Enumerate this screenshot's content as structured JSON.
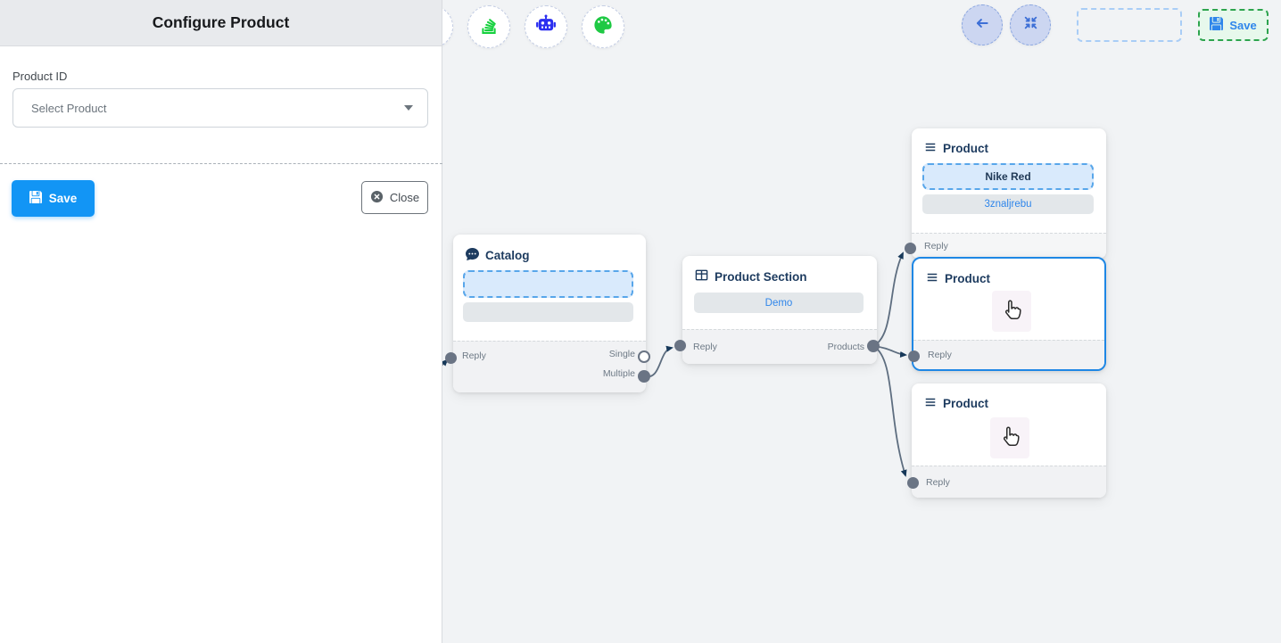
{
  "panel": {
    "title": "Configure Product",
    "product_id_label": "Product ID",
    "select_placeholder": "Select Product",
    "save_label": "Save",
    "close_label": "Close"
  },
  "toolbar": {
    "save_label": "Save"
  },
  "nodes": {
    "catalog": {
      "title": "Catalog",
      "ports": {
        "reply": "Reply",
        "single": "Single",
        "multiple": "Multiple"
      }
    },
    "product_section": {
      "title": "Product Section",
      "button": "Demo",
      "ports": {
        "reply": "Reply",
        "products": "Products"
      }
    },
    "product_1": {
      "title": "Product",
      "product_name": "Nike Red",
      "retailer_id": "3znaljrebu",
      "ports": {
        "reply": "Reply"
      }
    },
    "product_2": {
      "title": "Product",
      "ports": {
        "reply": "Reply"
      }
    },
    "product_3": {
      "title": "Product",
      "ports": {
        "reply": "Reply"
      }
    }
  },
  "edges": [
    {
      "from": "offscreen-left",
      "to": "catalog.reply"
    },
    {
      "from": "catalog.multiple",
      "to": "product_section.reply"
    },
    {
      "from": "product_section.products",
      "to": "product_1.reply"
    },
    {
      "from": "product_section.products",
      "to": "product_2.reply"
    },
    {
      "from": "product_section.products",
      "to": "product_3.reply"
    }
  ],
  "colors": {
    "accent_blue": "#1295f5",
    "node_title": "#1d3b5f",
    "edge": "#5e6e80",
    "arrow": "#17395a",
    "green_accent": "#2da44e",
    "link_blue": "#2f86eb",
    "selected_border": "#1e87e5"
  }
}
